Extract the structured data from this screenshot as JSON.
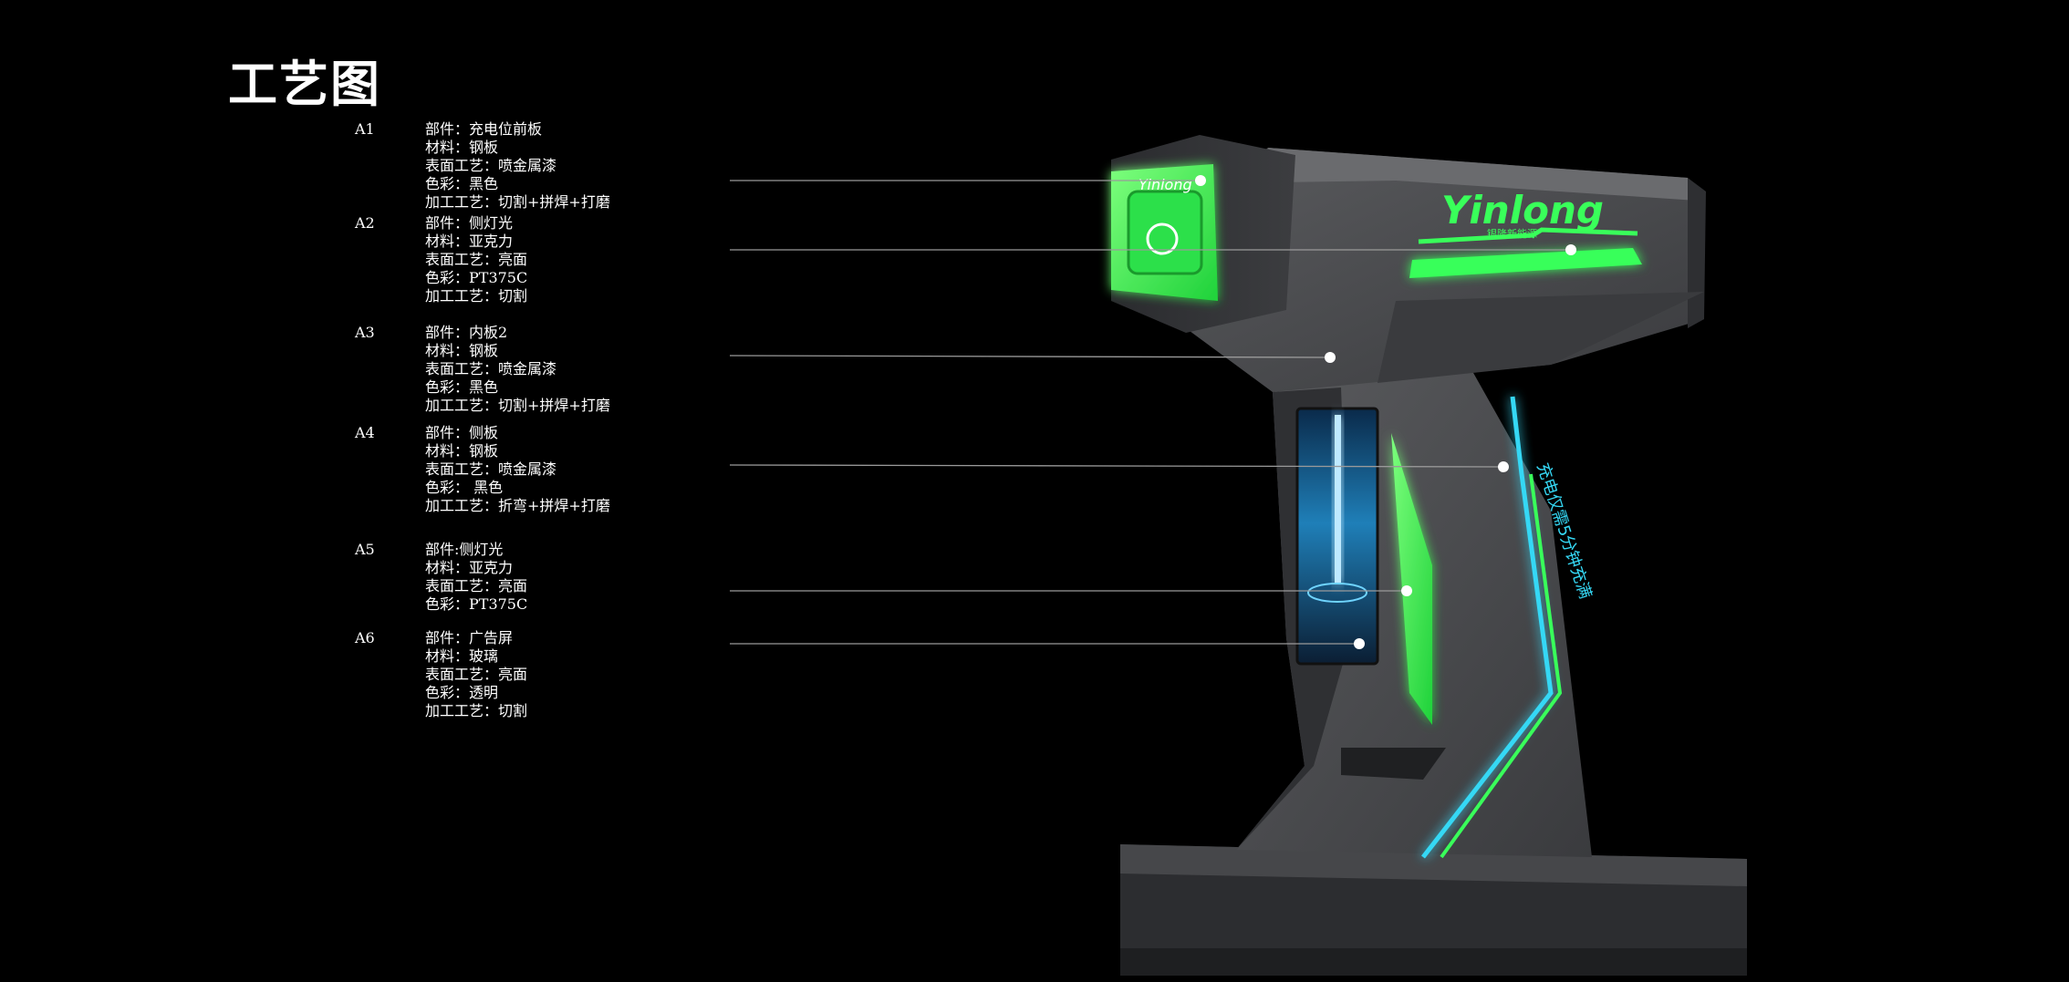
{
  "title": "工艺图",
  "colors": {
    "accent_green": "#39ff5a",
    "accent_cyan": "#35d8f5",
    "body_gray": "#4a4b4e",
    "background": "#000000"
  },
  "logo": {
    "text": "Yinlong",
    "sub": "银隆新能源"
  },
  "side_text": "充电仅需5分钟充满",
  "parts": [
    {
      "code": "A1",
      "lines": [
        "部件：充电位前板",
        "材料：钢板",
        "表面工艺：喷金属漆",
        "色彩：黑色",
        "加工工艺：切割+拼焊+打磨"
      ]
    },
    {
      "code": "A2",
      "lines": [
        "部件：侧灯光",
        "材料：亚克力",
        "表面工艺：亮面",
        "色彩：PT375C",
        "加工工艺：切割"
      ]
    },
    {
      "code": "A3",
      "lines": [
        "部件：内板2",
        "材料：钢板",
        "表面工艺：喷金属漆",
        "色彩：黑色",
        "加工工艺：切割+拼焊+打磨"
      ]
    },
    {
      "code": "A4",
      "lines": [
        "部件：侧板",
        "材料：钢板",
        "表面工艺：喷金属漆",
        "色彩： 黑色",
        "加工工艺：折弯+拼焊+打磨"
      ]
    },
    {
      "code": "A5",
      "lines": [
        "部件:侧灯光",
        "材料：亚克力",
        "表面工艺：亮面",
        "色彩：PT375C"
      ]
    },
    {
      "code": "A6",
      "lines": [
        "部件：广告屏",
        "材料：玻璃",
        "表面工艺：亮面",
        "色彩：透明",
        "加工工艺：切割"
      ]
    }
  ]
}
